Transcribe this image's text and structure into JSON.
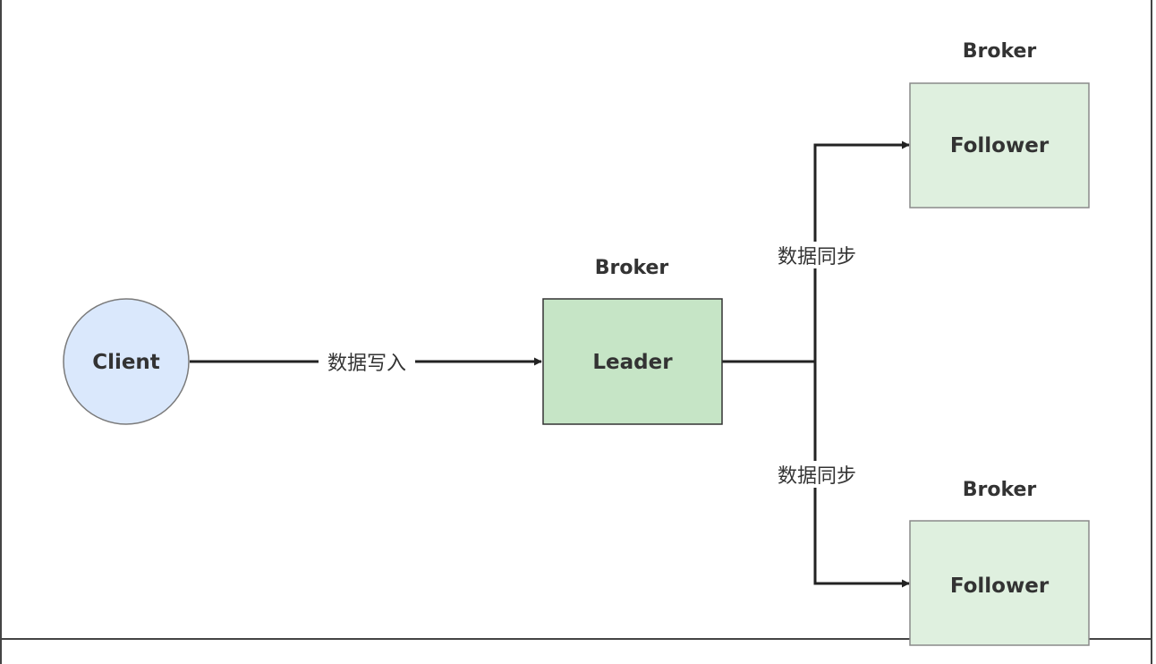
{
  "diagram": {
    "nodes": {
      "client": {
        "label": "Client",
        "fill": "#dae8fc",
        "stroke": "#7a7a7a"
      },
      "leader": {
        "label": "Leader",
        "title": "Broker",
        "fill": "#c6e5c6",
        "stroke": "#333333"
      },
      "follower_top": {
        "label": "Follower",
        "title": "Broker",
        "fill": "#dff0df",
        "stroke": "#8a8a8a"
      },
      "follower_bottom": {
        "label": "Follower",
        "title": "Broker",
        "fill": "#dff0df",
        "stroke": "#8a8a8a"
      }
    },
    "edges": {
      "write": {
        "label": "数据写入",
        "from": "client",
        "to": "leader"
      },
      "sync_top": {
        "label": "数据同步",
        "from": "leader",
        "to": "follower_top"
      },
      "sync_bottom": {
        "label": "数据同步",
        "from": "leader",
        "to": "follower_bottom"
      }
    },
    "colors": {
      "edge": "#222222",
      "text": "#333333",
      "frame": "#444444"
    }
  }
}
